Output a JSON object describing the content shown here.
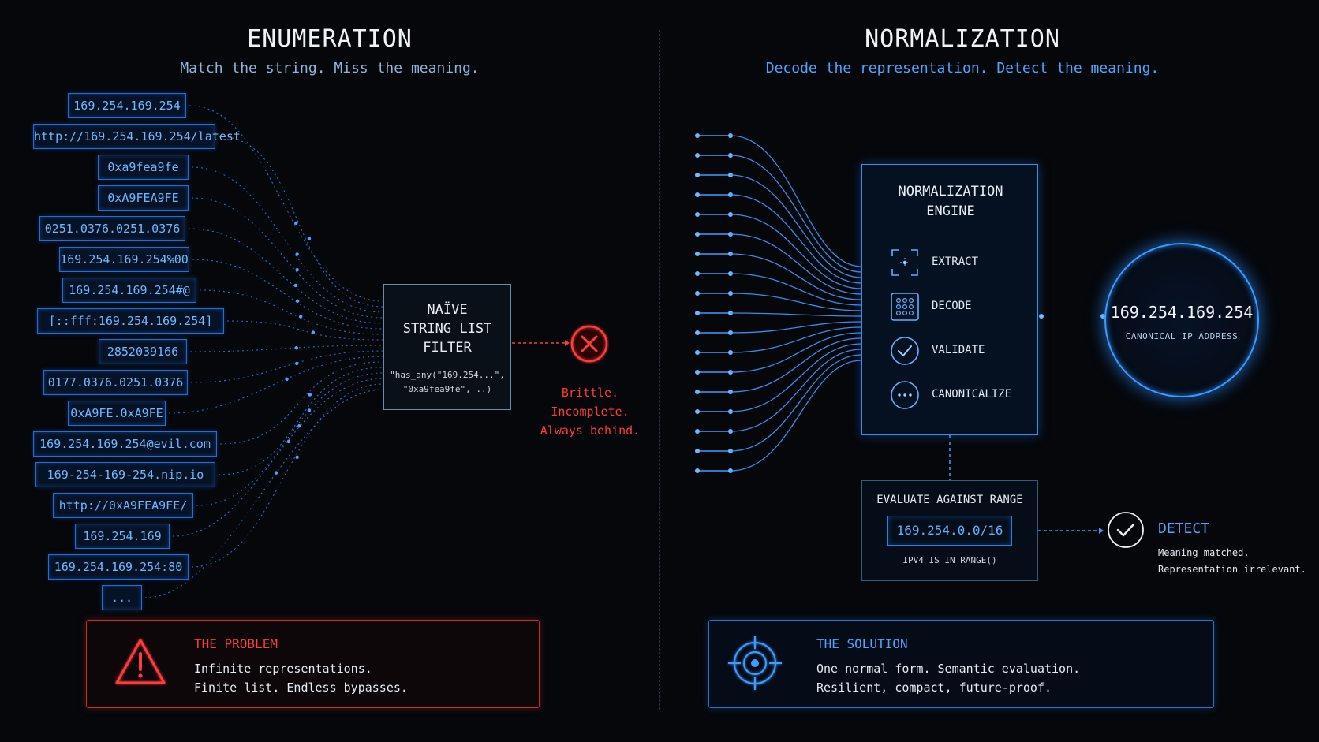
{
  "left": {
    "title": "ENUMERATION",
    "subtitle": "Match the string. Miss the meaning.",
    "inputs": [
      "169.254.169.254",
      "http://169.254.169.254/latest",
      "0xa9fea9fe",
      "0xA9FEA9FE",
      "0251.0376.0251.0376",
      "169.254.169.254%00",
      "169.254.169.254#@",
      "[::fff:169.254.169.254]",
      "2852039166",
      "0177.0376.0251.0376",
      "0xA9FE.0xA9FE",
      "169.254.169.254@evil.com",
      "169-254-169-254.nip.io",
      "http://0xA9FEA9FE/",
      "169.254.169",
      "169.254.169.254:80",
      "..."
    ],
    "filter": {
      "title_lines": [
        "NAÏVE",
        "STRING LIST",
        "FILTER"
      ],
      "code_lines": [
        "\"has_any(\"169.254...\",",
        "\"0xa9fea9fe\", ..)"
      ]
    },
    "verdict_lines": [
      "Brittle.",
      "Incomplete.",
      "Always behind."
    ],
    "problem": {
      "title": "THE PROBLEM",
      "lines": [
        "Infinite representations.",
        "Finite list. Endless bypasses."
      ]
    }
  },
  "right": {
    "title": "NORMALIZATION",
    "subtitle": "Decode the representation. Detect the meaning.",
    "engine": {
      "title_lines": [
        "NORMALIZATION",
        "ENGINE"
      ],
      "steps": [
        "EXTRACT",
        "DECODE",
        "VALIDATE",
        "CANONICALIZE"
      ]
    },
    "canonical": {
      "ip": "169.254.169.254",
      "label": "CANONICAL IP ADDRESS"
    },
    "evaluate": {
      "title": "EVALUATE AGAINST RANGE",
      "range": "169.254.0.0/16",
      "function": "IPV4_IS_IN_RANGE()"
    },
    "detect": {
      "title": "DETECT",
      "lines": [
        "Meaning matched.",
        "Representation irrelevant."
      ]
    },
    "solution": {
      "title": "THE SOLUTION",
      "lines": [
        "One normal form. Semantic evaluation.",
        "Resilient, compact, future-proof."
      ]
    }
  },
  "colors": {
    "accent_blue": "#3f9bff",
    "alert_red": "#ff3b3b",
    "background": "#05070b"
  },
  "icons": {
    "reject": "x-circle-icon",
    "warning": "warning-triangle-icon",
    "target": "crosshair-target-icon",
    "extract": "extract-brackets-icon",
    "decode": "decode-grid-icon",
    "validate": "check-circle-icon",
    "canonicalize": "dots-circle-icon",
    "detect": "check-circle-icon"
  }
}
